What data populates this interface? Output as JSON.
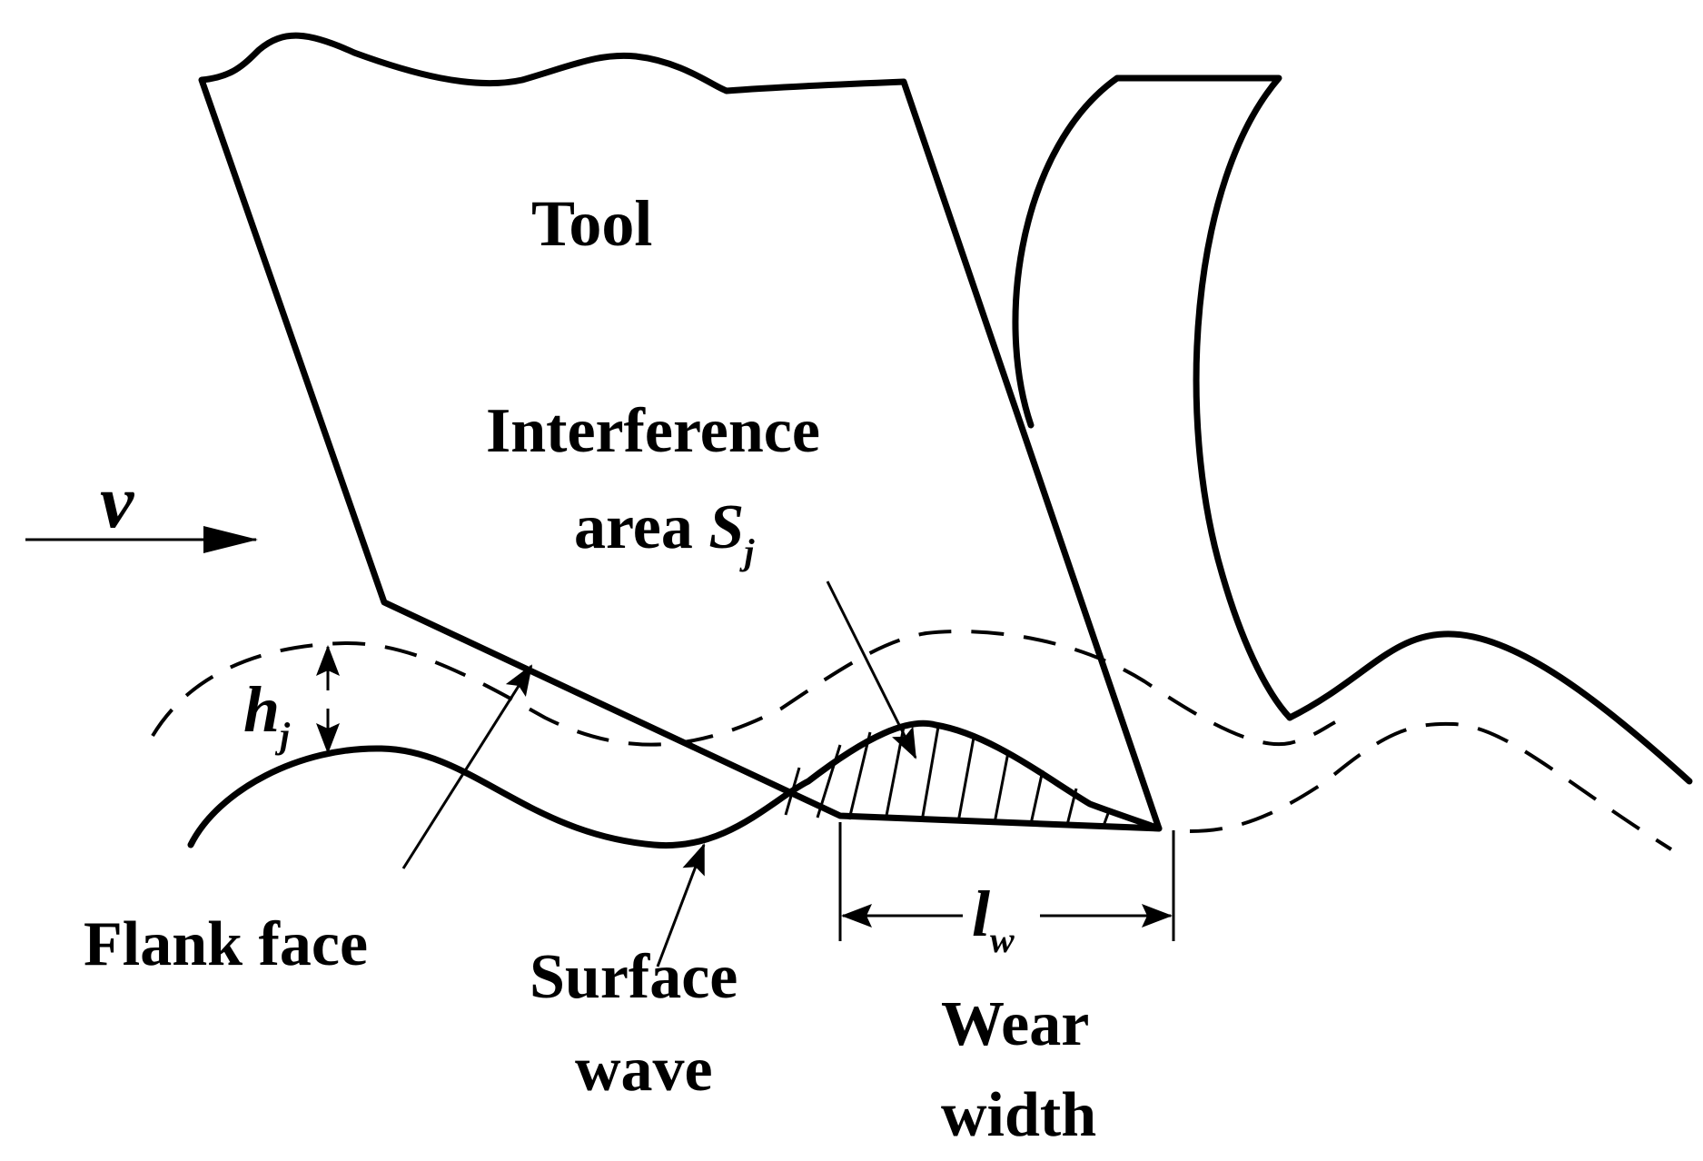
{
  "labels": {
    "tool": "Tool",
    "interference_line1": "Interference",
    "interference_line2_text": "area ",
    "interference_symbol": "S",
    "interference_subscript": "j",
    "velocity": "v",
    "height_symbol": "h",
    "height_subscript": "j",
    "wear_symbol": "l",
    "wear_subscript": "w",
    "flank_face": "Flank face",
    "surface_wave_line1": "Surface",
    "surface_wave_line2": "wave",
    "wear_width_line1": "Wear",
    "wear_width_line2": "width"
  },
  "colors": {
    "stroke": "#000000",
    "background": "#ffffff"
  }
}
